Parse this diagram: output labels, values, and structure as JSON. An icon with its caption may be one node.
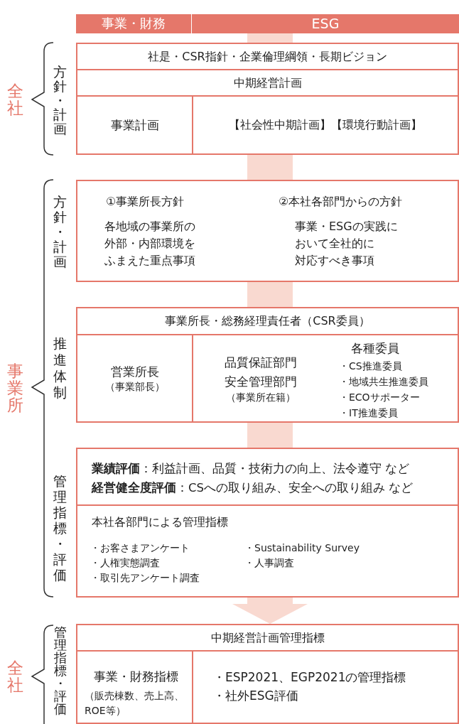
{
  "diagram": {
    "nodes": [
      {
        "text": [
          "事業・財務"
        ]
      },
      {
        "text": [
          "ESG"
        ]
      },
      {
        "text": [
          "社是・CSR指針・企業倫理綱領・長期ビジョン"
        ]
      },
      {
        "text": [
          "中期経営計画"
        ]
      },
      {
        "text": [
          "事業計画"
        ]
      },
      {
        "text": [
          "【社会性中期計画】【環境行動計画】"
        ]
      },
      {
        "text": [
          "①事業所長方針",
          "各地域の事業所の外部・内部環境をふまえた重点事項",
          "②本社各部門からの方針",
          "事業・ESGの実践において全社的に対応すべき事項"
        ]
      },
      {
        "text": [
          "事業所長・総務経理責任者（CSR委員）"
        ]
      },
      {
        "text": [
          "営業所長",
          "（事業部長）"
        ]
      },
      {
        "text": [
          "品質保証部門安全管理部門",
          "（事業所在籍）",
          "各種委員",
          "・CS推進委員",
          "・地域共生推進委員",
          "・ECOサポーター",
          "・IT推進委員"
        ]
      },
      {
        "text": [
          "**業績評価**：利益計画、品質・技術力の向上、法令遵守 など",
          "**経営健全度評価**：CSへの取り組み、安全への取り組み など"
        ]
      },
      {
        "text": [
          "本社各部門による管理指標",
          "・お客さまアンケート",
          "・人権実態調査",
          "・取引先アンケート調査",
          "・Sustainability Survey",
          "・人事調査"
        ]
      },
      {
        "text": [
          "中期経営計画管理指標"
        ]
      },
      {
        "text": [
          "事業・財務指標",
          "（販売棟数、売上高、ROE等）"
        ]
      },
      {
        "text": [
          "・ESP2021、EGP2021の管理指標",
          "・社外ESG評価"
        ]
      }
    ],
    "edges": [
      {
        "from": 1,
        "to": 2,
        "arrow": "none"
      },
      {
        "from": 5,
        "to": 6,
        "arrow": "none"
      },
      {
        "from": 6,
        "to": 7,
        "arrow": "none"
      },
      {
        "from": 9,
        "to": 10,
        "arrow": "none"
      },
      {
        "from": 11,
        "to": 12,
        "arrow": "to"
      }
    ],
    "labels": [
      "全社",
      "方針・計画",
      "方針・計画",
      "事業所",
      "推進体制",
      "管理指標・評価",
      "全社",
      "管理指標・評価"
    ]
  }
}
